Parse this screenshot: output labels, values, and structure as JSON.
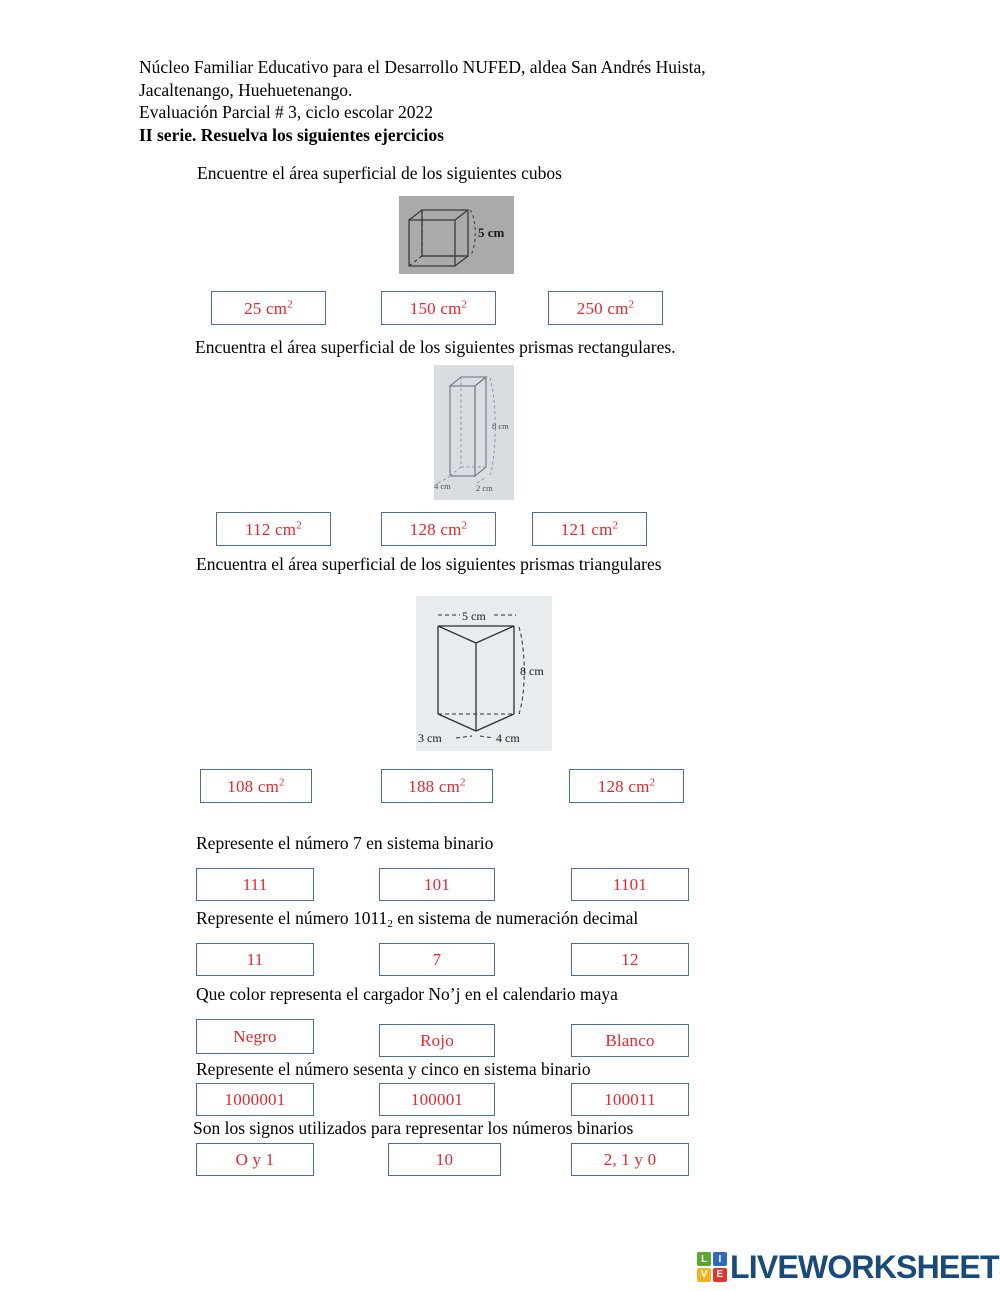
{
  "header": {
    "line1": "Núcleo Familiar Educativo para el Desarrollo NUFED, aldea San Andrés Huista,",
    "line2": "Jacaltenango, Huehuetenango.",
    "line3": "Evaluación Parcial # 3, ciclo escolar 2022",
    "line4": "II serie. Resuelva los siguientes ejercicios"
  },
  "questions": [
    {
      "prompt": "Encuentre el área superficial de los siguientes cubos",
      "figure": {
        "name": "cube-diagram",
        "labels": [
          "5 cm"
        ]
      },
      "options": [
        "25 cm2",
        "150 cm2",
        "250 cm2"
      ]
    },
    {
      "prompt": "Encuentra el área superficial de los siguientes prismas rectangulares.",
      "figure": {
        "name": "rectangular-prism-diagram",
        "labels": [
          "8 cm",
          "4 cm",
          "2 cm"
        ]
      },
      "options": [
        "112 cm2",
        "128 cm2",
        "121 cm2"
      ]
    },
    {
      "prompt": "Encuentra el área superficial de los siguientes prismas triangulares",
      "figure": {
        "name": "triangular-prism-diagram",
        "labels": [
          "5 cm",
          "8 cm",
          "3 cm",
          "4 cm"
        ]
      },
      "options": [
        "108 cm2",
        "188 cm2",
        "128 cm2"
      ]
    },
    {
      "prompt": "Represente el número 7 en sistema binario",
      "options": [
        "111",
        "101",
        "1101"
      ]
    },
    {
      "prompt_pre": "Represente el número 1011",
      "prompt_sub": "2",
      "prompt_post": " en sistema de numeración decimal",
      "options": [
        "11",
        "7",
        "12"
      ]
    },
    {
      "prompt": "Que color representa el cargador No’j en el calendario maya",
      "options": [
        "Negro",
        "Rojo",
        "Blanco"
      ]
    },
    {
      "prompt": "Represente el número sesenta y cinco en sistema binario",
      "options": [
        "1000001",
        "100001",
        "100011"
      ]
    },
    {
      "prompt": "Son los signos utilizados para representar los números binarios",
      "options": [
        "O y 1",
        "10",
        "2, 1 y 0"
      ]
    }
  ],
  "figure_labels": {
    "cube_5cm": "5 cm",
    "rect_8cm": "8 cm",
    "rect_4cm": "4 cm",
    "rect_2cm": "2 cm",
    "tri_5cm": "5 cm",
    "tri_8cm": "8 cm",
    "tri_3cm": "3 cm",
    "tri_4cm": "4 cm"
  },
  "footer": {
    "logo_tiles": [
      "L",
      "I",
      "V",
      "E"
    ],
    "logo_word": "LIVEWORKSHEETS"
  },
  "colors": {
    "option_border": "#4a6f9c",
    "option_text": "#e8262b",
    "logo_word": "#1a4a7a",
    "tile_l": "#5aa832",
    "tile_i": "#2f6cb5",
    "tile_v": "#f0b323",
    "tile_e": "#e0352b"
  }
}
